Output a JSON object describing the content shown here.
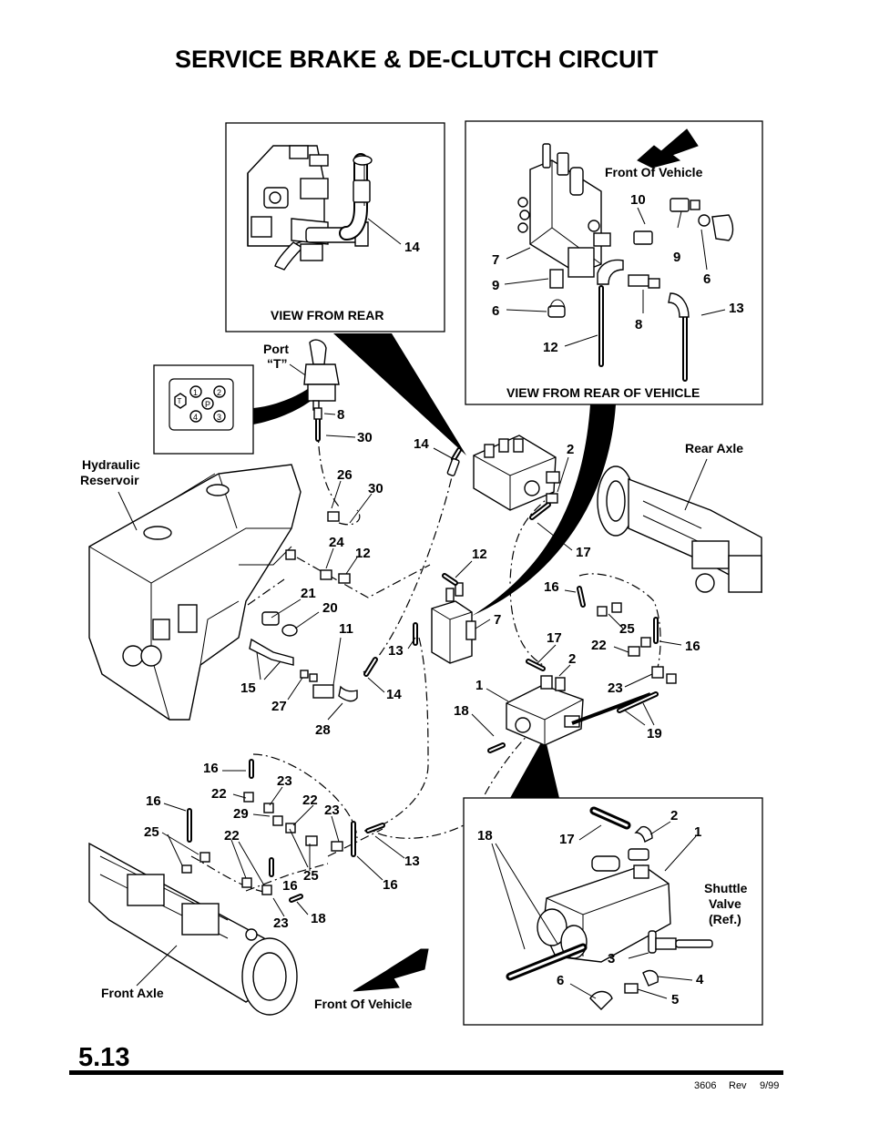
{
  "title": "SERVICE BRAKE & DE-CLUTCH CIRCUIT",
  "page_number": "5.13",
  "footer": {
    "doc": "3606",
    "rev_label": "Rev",
    "date": "9/99"
  },
  "insets": {
    "view_from_rear": "VIEW FROM REAR",
    "view_from_rear_of_vehicle": "VIEW FROM REAR OF VEHICLE",
    "front_of_vehicle_top": "Front Of Vehicle"
  },
  "labels": {
    "port_t_line1": "Port",
    "port_t_line2": "“T”",
    "hydraulic_reservoir_line1": "Hydraulic",
    "hydraulic_reservoir_line2": "Reservoir",
    "rear_axle": "Rear Axle",
    "front_axle": "Front Axle",
    "front_of_vehicle_bottom": "Front Of Vehicle",
    "shuttle_valve_line1": "Shuttle",
    "shuttle_valve_line2": "Valve",
    "shuttle_valve_line3": "(Ref.)"
  },
  "port_diagram": {
    "t": "T",
    "p": "P",
    "ports": [
      "1",
      "2",
      "4",
      "3"
    ]
  },
  "callouts": {
    "rear_inset": [
      "14"
    ],
    "rear_vehicle_inset": [
      "10",
      "9",
      "6",
      "7",
      "9",
      "6",
      "13",
      "8",
      "12"
    ],
    "main": [
      "8",
      "30",
      "26",
      "30",
      "24",
      "12",
      "21",
      "20",
      "11",
      "15",
      "27",
      "28",
      "14",
      "14",
      "2",
      "12",
      "17",
      "7",
      "13",
      "16",
      "25",
      "22",
      "16",
      "17",
      "2",
      "23",
      "1",
      "18",
      "19",
      "16",
      "23",
      "22",
      "16",
      "29",
      "22",
      "23",
      "25",
      "22",
      "16",
      "25",
      "13",
      "16",
      "23",
      "18"
    ],
    "shuttle_inset": [
      "18",
      "17",
      "2",
      "1",
      "3",
      "4",
      "6",
      "5"
    ]
  }
}
